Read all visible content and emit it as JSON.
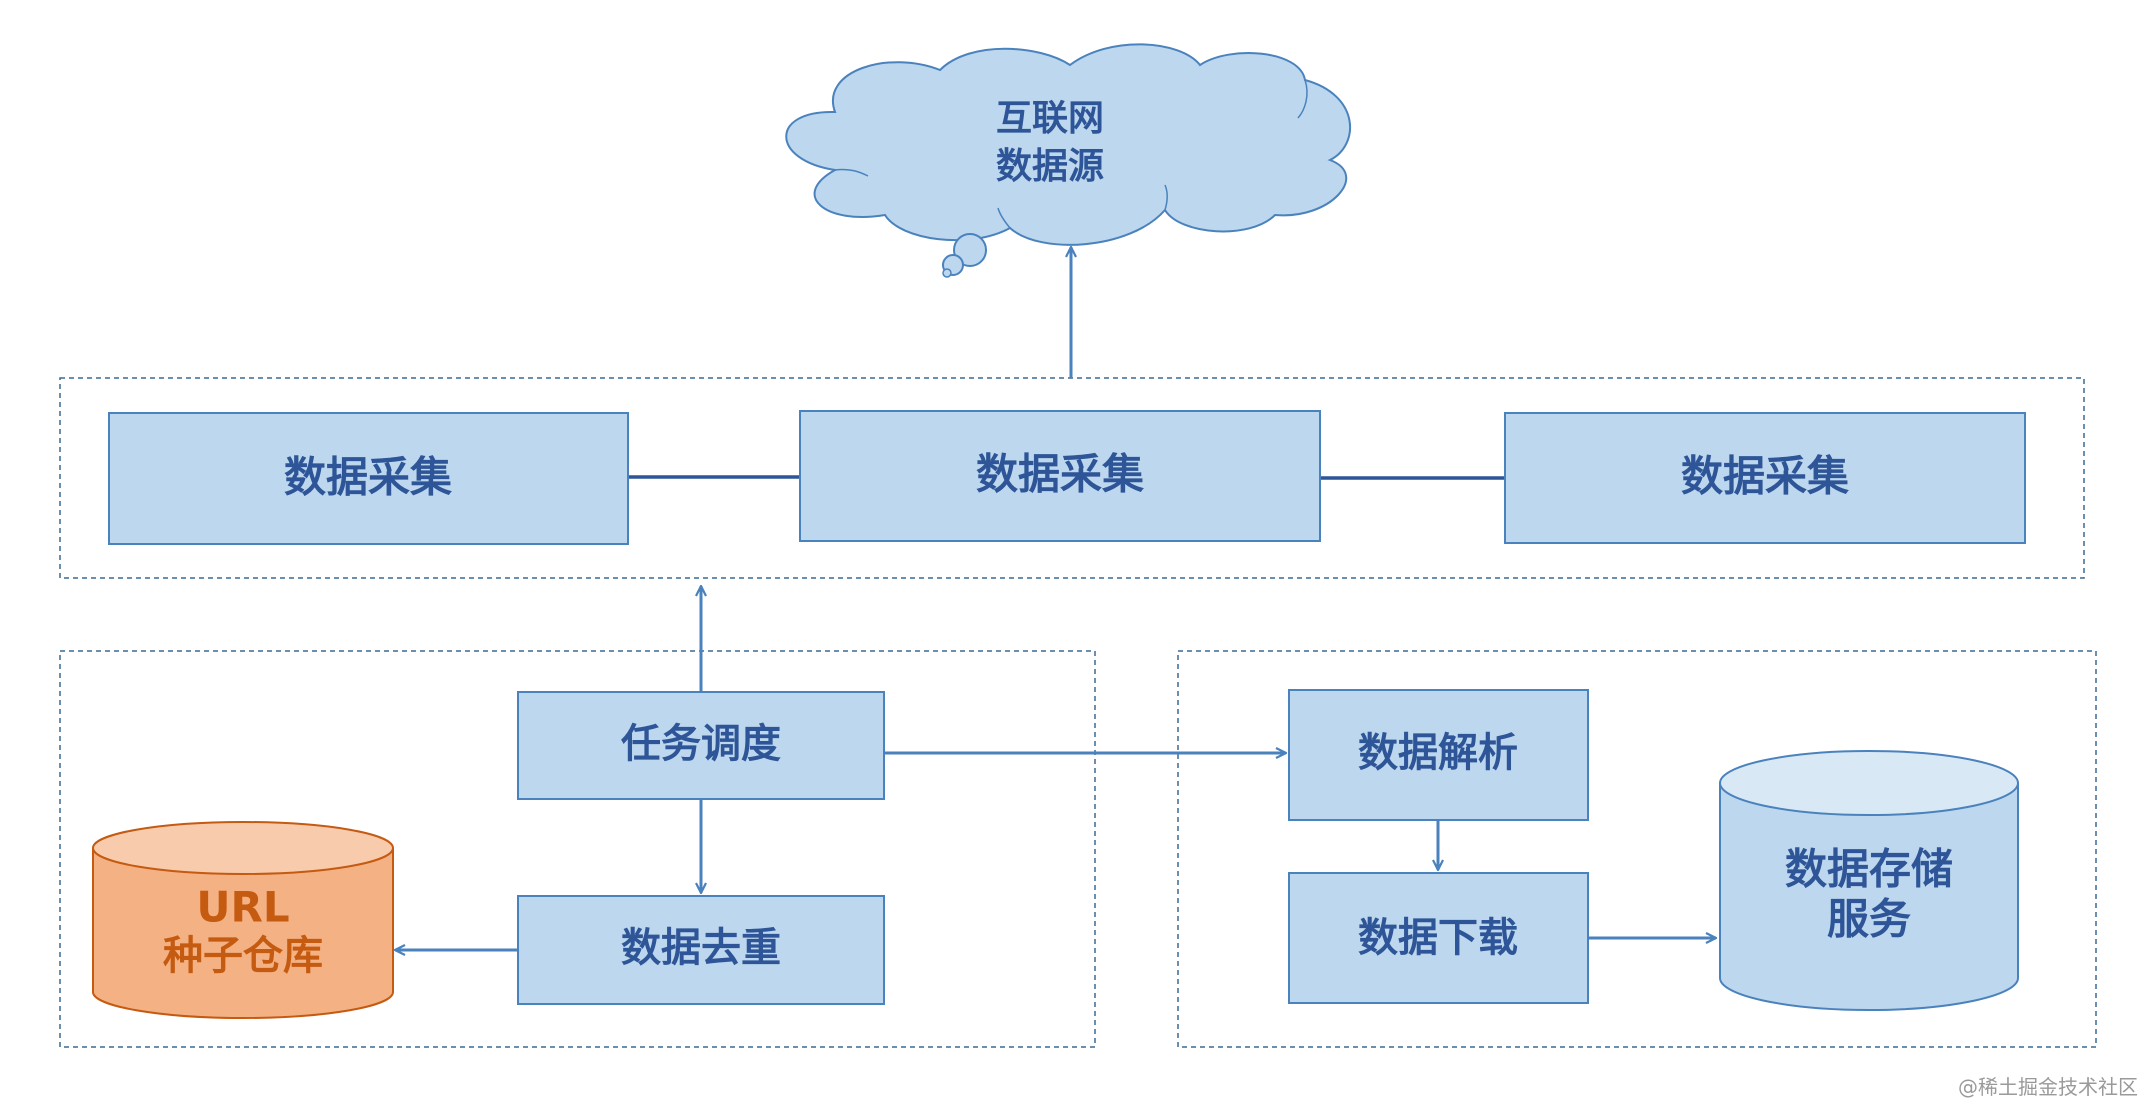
{
  "colors": {
    "box_fill": "#bdd7ee",
    "box_stroke": "#4a82bd",
    "text_blue": "#2e5597",
    "orange_fill": "#f4b183",
    "orange_stroke": "#c55a11",
    "dashed": "#3b6a92"
  },
  "cloud": {
    "line1": "互联网",
    "line2": "数据源"
  },
  "collection": {
    "node1": "数据采集",
    "node2": "数据采集",
    "node3": "数据采集"
  },
  "scheduler": {
    "task_dispatch": "任务调度",
    "dedup": "数据去重",
    "url_store_line1": "URL",
    "url_store_line2": "种子仓库"
  },
  "processing": {
    "parse": "数据解析",
    "download": "数据下载",
    "storage_line1": "数据存储",
    "storage_line2": "服务"
  },
  "watermark": "@稀土掘金技术社区"
}
